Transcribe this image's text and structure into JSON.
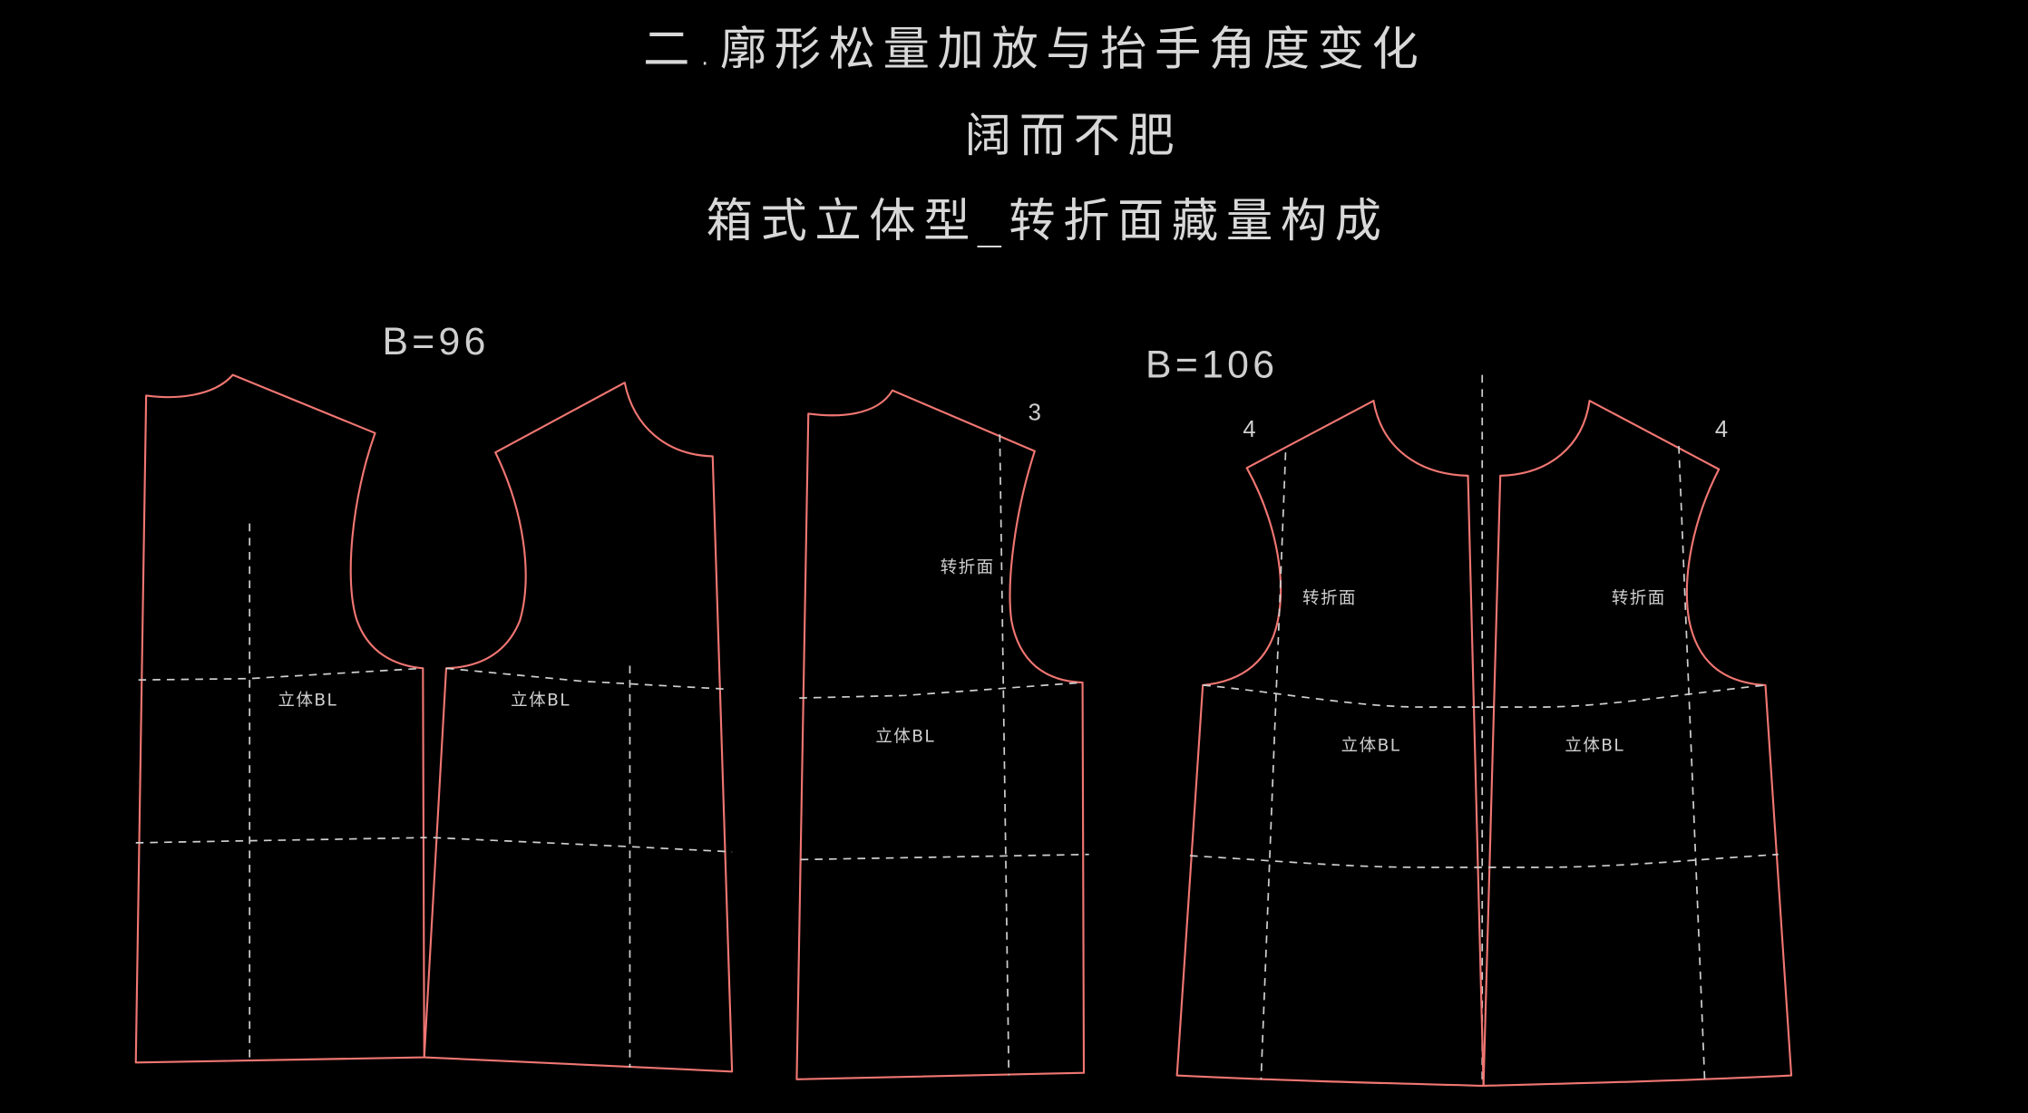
{
  "titles": {
    "line1": "二.廓形松量加放与抬手角度变化",
    "line2": "阔而不肥",
    "line3": "箱式立体型_转折面藏量构成"
  },
  "group_left": {
    "bust_label": "B=96",
    "back_label": "立体BL",
    "front_label": "立体BL"
  },
  "group_right": {
    "bust_label": "B=106",
    "back": {
      "shoulder_value": "3",
      "fold_label": "转折面",
      "bl_label": "立体BL"
    },
    "front_left": {
      "shoulder_value": "4",
      "fold_label": "转折面",
      "bl_label": "立体BL"
    },
    "front_right": {
      "shoulder_value": "4",
      "fold_label": "转折面",
      "bl_label": "立体BL"
    }
  },
  "colors": {
    "background": "#000000",
    "outline": "#f07672",
    "guide": "#cfcfcf",
    "text": "#d8d8d8"
  }
}
